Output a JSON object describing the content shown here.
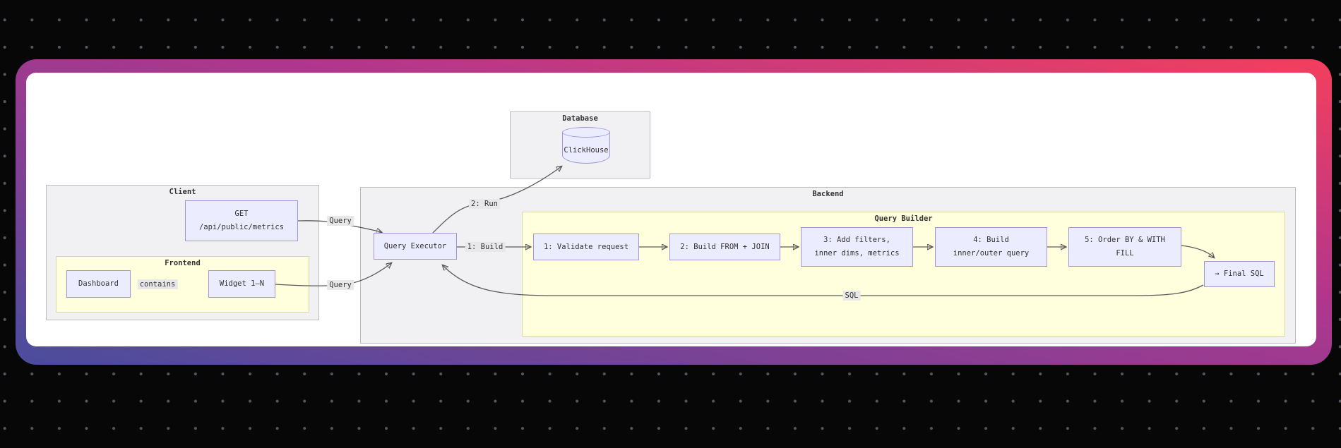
{
  "diagram": {
    "clusters": {
      "database": {
        "title": "Database"
      },
      "client": {
        "title": "Client"
      },
      "frontend": {
        "title": "Frontend"
      },
      "backend": {
        "title": "Backend"
      },
      "query_builder": {
        "title": "Query Builder"
      }
    },
    "nodes": {
      "clickhouse": {
        "label": "ClickHouse"
      },
      "get_api": {
        "line1": "GET",
        "line2": "/api/public/metrics"
      },
      "dashboard": {
        "label": "Dashboard"
      },
      "widget": {
        "label": "Widget 1–N"
      },
      "query_executor": {
        "label": "Query Executor"
      },
      "step1": {
        "label": "1: Validate request"
      },
      "step2": {
        "label": "2: Build FROM + JOIN"
      },
      "step3": {
        "line1": "3: Add filters,",
        "line2": "inner dims, metrics"
      },
      "step4": {
        "line1": "4: Build",
        "line2": "inner/outer query"
      },
      "step5": {
        "line1": "5: Order BY & WITH",
        "line2": "FILL"
      },
      "final_sql": {
        "label": "→ Final SQL"
      }
    },
    "edge_labels": {
      "query_top": "Query",
      "query_bottom": "Query",
      "contains": "contains",
      "run": "2: Run",
      "build": "1: Build",
      "sql": "SQL"
    },
    "colors": {
      "page_background": "#070708",
      "dot_grid": "#56565f",
      "card_gradient_start": "#4a4d9c",
      "card_gradient_mid": "#b0368d",
      "card_gradient_end": "#f43f5e",
      "card_surface": "#ffffff",
      "node_fill": "#ECECFF",
      "node_border": "#a294d6",
      "cluster_fill": "#f1f1f4",
      "inner_cluster_fill": "#ffffde",
      "edge_line": "#5a5a5a",
      "edge_label_background": "#e8e8e8",
      "text": "#333333"
    }
  }
}
